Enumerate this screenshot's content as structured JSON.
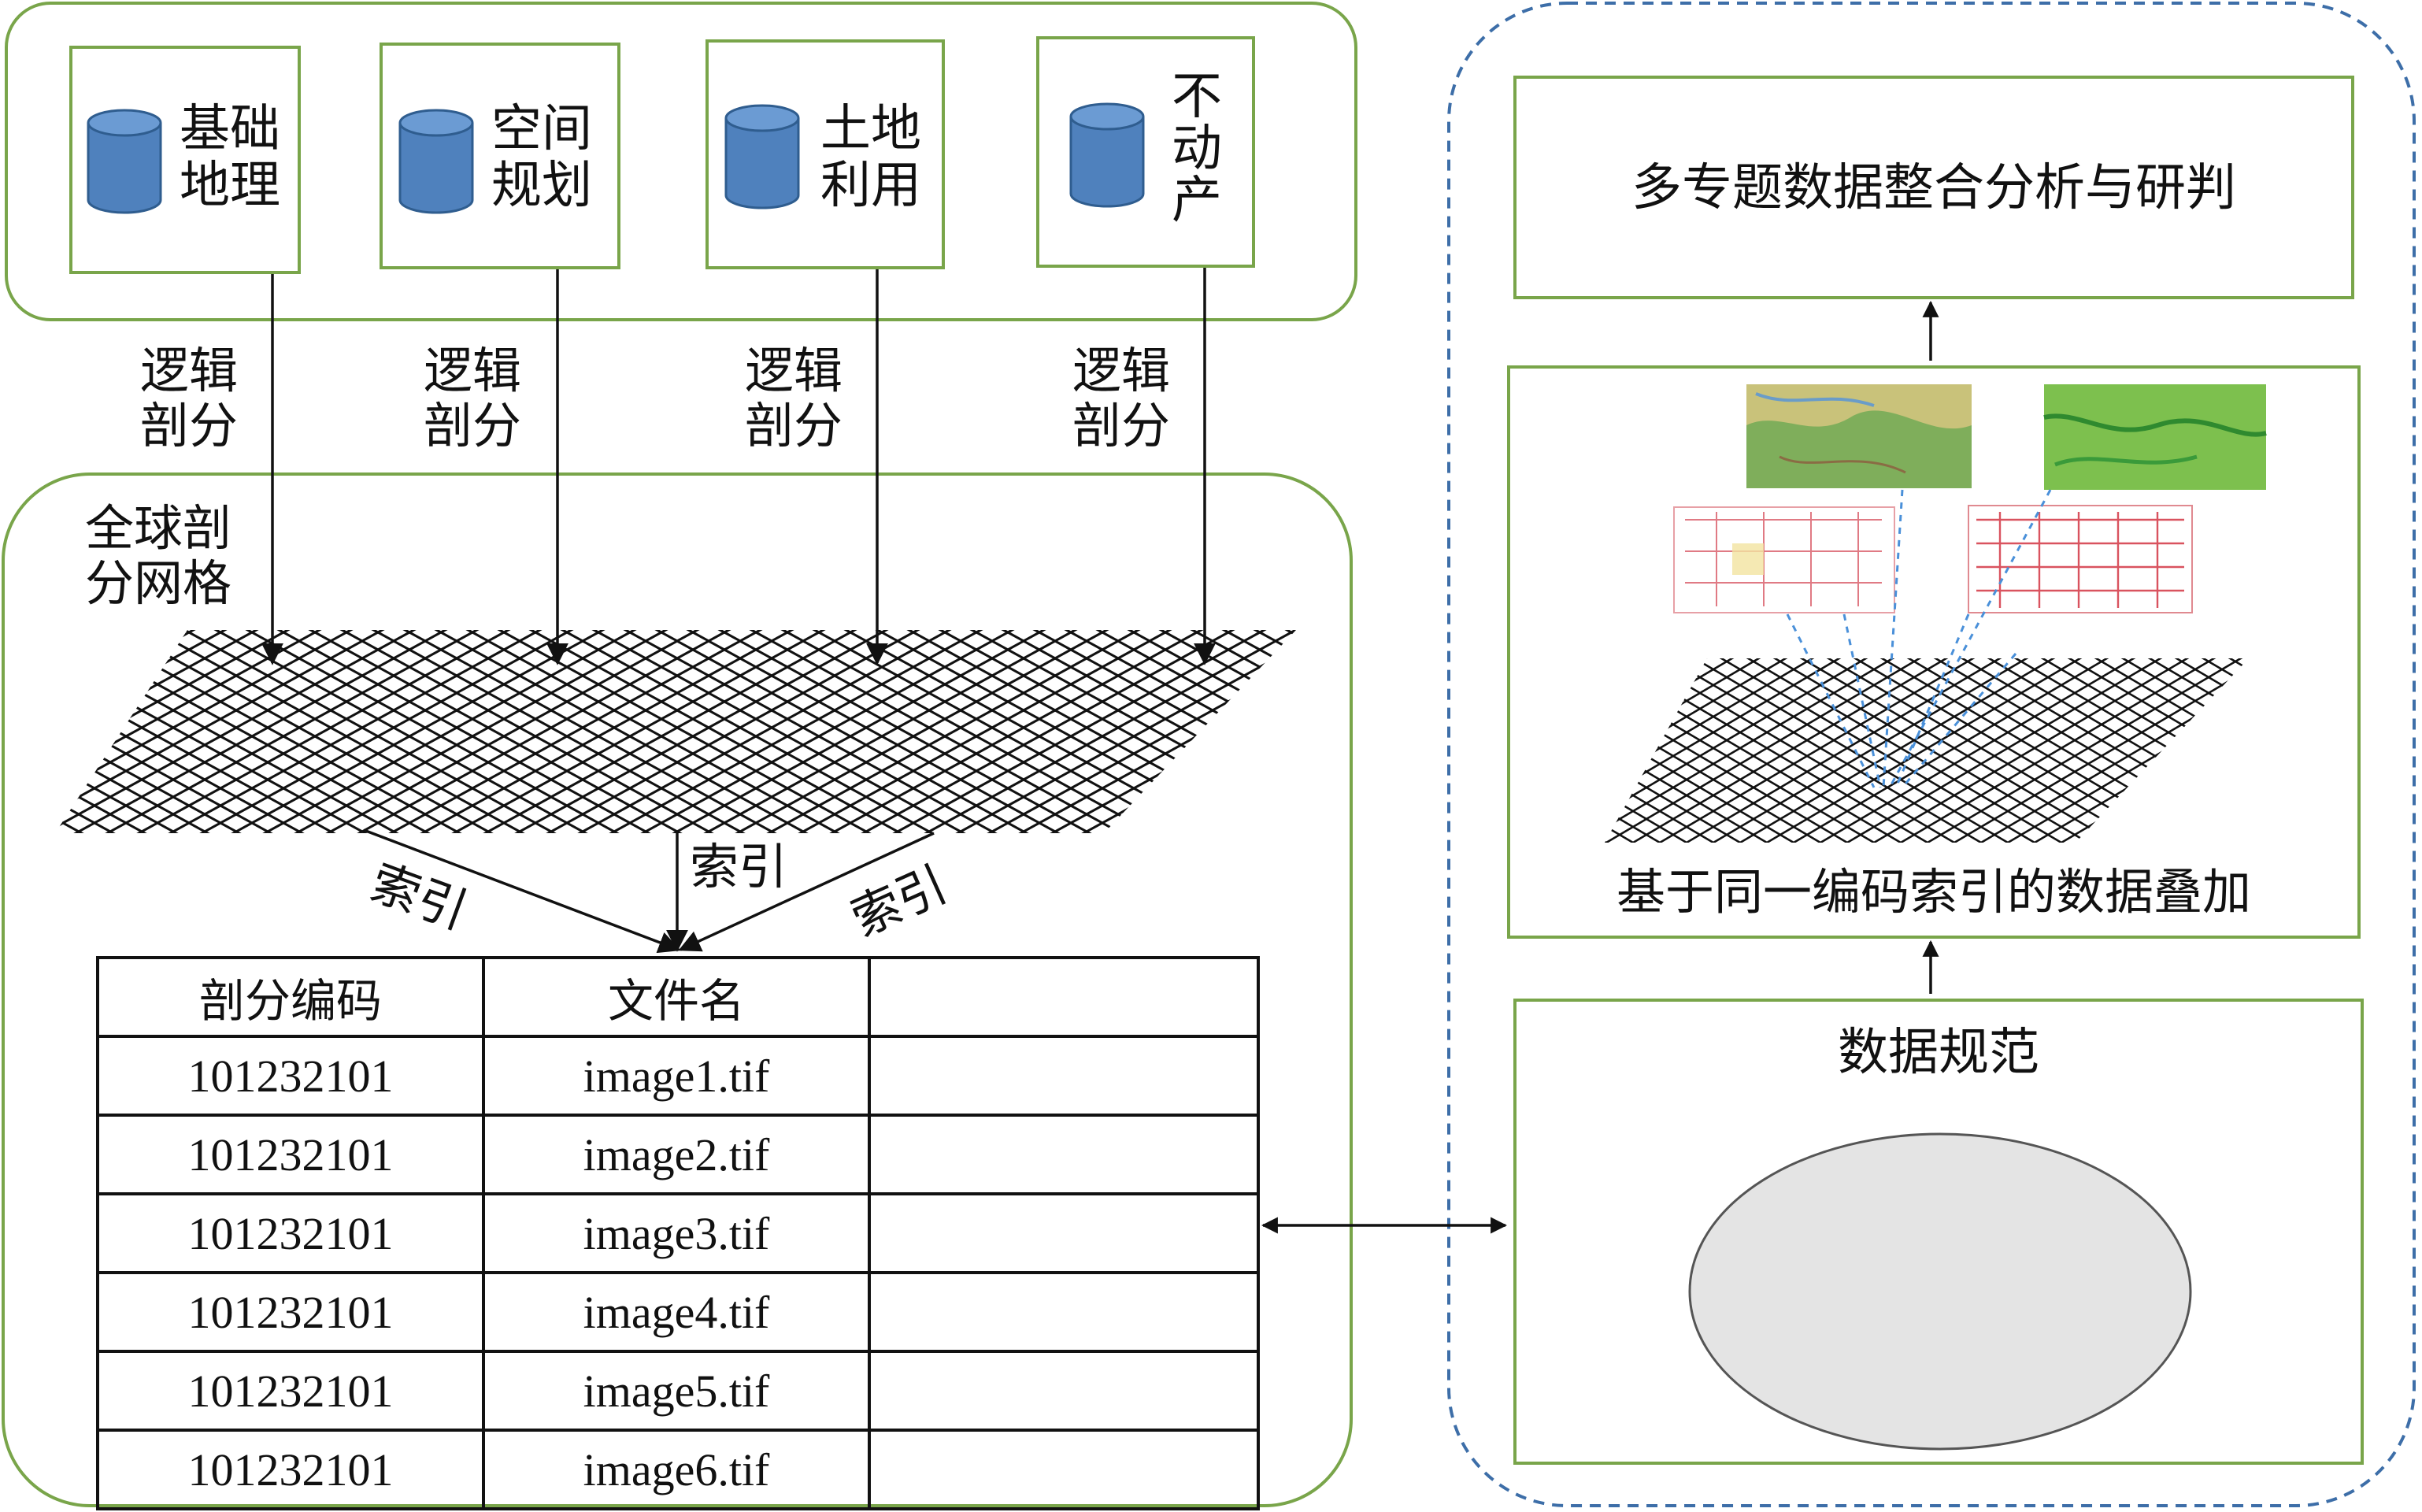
{
  "sources": [
    {
      "label_lines": [
        "基础",
        "地理"
      ],
      "icon": "database-icon"
    },
    {
      "label_lines": [
        "空间",
        "规划"
      ],
      "icon": "database-icon"
    },
    {
      "label_lines": [
        "土地",
        "利用"
      ],
      "icon": "database-icon"
    },
    {
      "label_lines": [
        "不",
        "动",
        "产"
      ],
      "icon": "database-icon"
    }
  ],
  "logic_split_label": [
    "逻辑",
    "剖分"
  ],
  "grid_label": [
    "全球剖",
    "分网格"
  ],
  "index_label": "索引",
  "table": {
    "headers": [
      "剖分编码",
      "文件名",
      ""
    ],
    "rows": [
      [
        "101232101",
        "image1.tif",
        ""
      ],
      [
        "101232101",
        "image2.tif",
        ""
      ],
      [
        "101232101",
        "image3.tif",
        ""
      ],
      [
        "101232101",
        "image4.tif",
        ""
      ],
      [
        "101232101",
        "image5.tif",
        ""
      ],
      [
        "101232101",
        "image6.tif",
        ""
      ]
    ]
  },
  "right_panel": {
    "top_box": "多专题数据整合分析与研判",
    "middle_caption": "基于同一编码索引的数据叠加",
    "bottom_box": "数据规范"
  },
  "colors": {
    "green_border": "#79a54a",
    "dashed_blue": "#3d6ea8",
    "db_fill": "#4f81bd",
    "ellipse_fill": "#e4e4e4"
  }
}
